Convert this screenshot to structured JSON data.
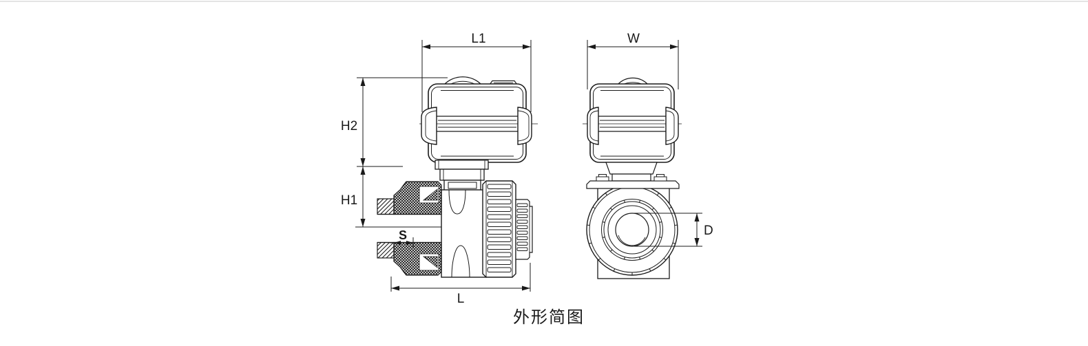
{
  "caption": "外形简图",
  "front_view": {
    "dim_l1": "L1",
    "dim_h2": "H2",
    "dim_h1": "H1",
    "dim_s": "S",
    "dim_l": "L"
  },
  "side_view": {
    "dim_w": "W",
    "dim_d": "D"
  },
  "colors": {
    "line": "#1a1a1a",
    "background": "#ffffff"
  }
}
